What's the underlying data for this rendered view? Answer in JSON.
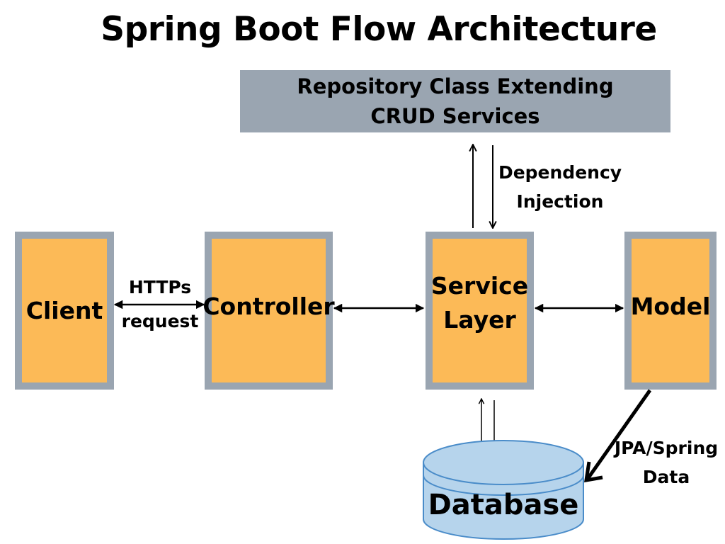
{
  "diagram": {
    "title": "Spring Boot Flow Architecture",
    "repository": {
      "line1": "Repository Class Extending",
      "line2": "CRUD Services"
    },
    "nodes": {
      "client": "Client",
      "controller": "Controller",
      "service_line1": "Service",
      "service_line2": "Layer",
      "model": "Model",
      "database": "Database"
    },
    "edge_labels": {
      "https_line1": "HTTPs",
      "https_line2": "request",
      "di_line1": "Dependency",
      "di_line2": "Injection",
      "jpa_line1": "JPA/Spring",
      "jpa_line2": "Data"
    },
    "colors": {
      "box_fill": "#fcba57",
      "box_border": "#9aa5b1",
      "repo_fill": "#9aa5b1",
      "database_fill": "#b6d4ec",
      "database_stroke": "#4a8cc9"
    }
  }
}
